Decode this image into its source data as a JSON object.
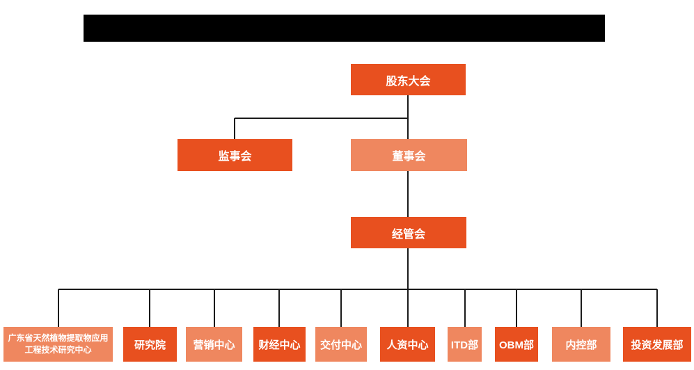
{
  "colors": {
    "primary": "#E8501F",
    "light": "#EF875F",
    "line": "#1a1a1a",
    "bar": "#000000",
    "text": "#ffffff"
  },
  "org": {
    "root": {
      "label": "股东大会"
    },
    "level2": [
      {
        "label": "监事会"
      },
      {
        "label": "董事会"
      }
    ],
    "level3": {
      "label": "经管会"
    },
    "departments": [
      {
        "label": "广东省天然植物提取物应用工程技术研究中心"
      },
      {
        "label": "研究院"
      },
      {
        "label": "营销中心"
      },
      {
        "label": "财经中心"
      },
      {
        "label": "交付中心"
      },
      {
        "label": "人资中心"
      },
      {
        "label": "ITD部"
      },
      {
        "label": "OBM部"
      },
      {
        "label": "内控部"
      },
      {
        "label": "投资发展部"
      }
    ]
  }
}
